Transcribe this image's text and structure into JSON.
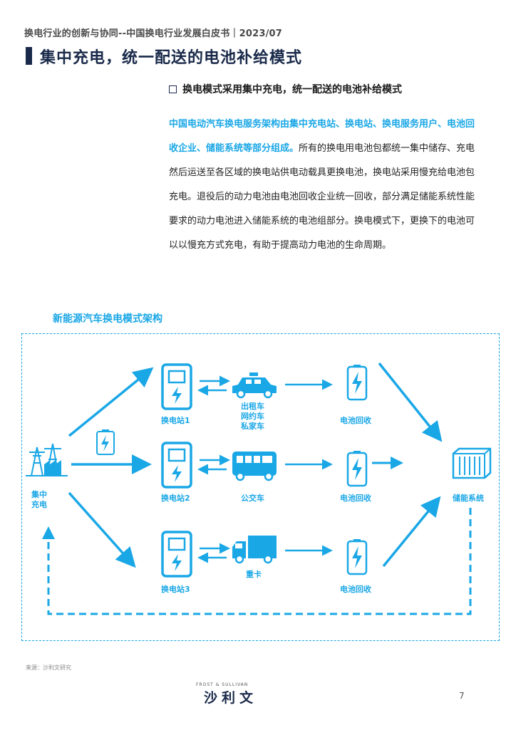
{
  "header": {
    "text": "换电行业的创新与协同--中国换电行业发展白皮书｜2023/07"
  },
  "page_title": "集中充电，统一配送的电池补给模式",
  "section": {
    "title": "换电模式采用集中充电，统一配送的电池补给模式",
    "highlight": "中国电动汽车换电服务架构由集中充电站、换电站、换电服务用户、电池回收企业、储能系统等部分组成。",
    "body": "所有的换电用电池包都统一集中储存、充电然后运送至各区域的换电站供电动载具更换电池，换电站采用慢充给电池包充电。退役后的动力电池由电池回收企业统一回收，部分满足储能系统性能要求的动力电池进入储能系统的电池组部分。换电模式下，更换下的电池可以以慢充方式充电，有助于提高动力电池的生命周期。"
  },
  "diagram": {
    "title": "新能源汽车换电模式架构",
    "accent_color": "#1aa7e6",
    "central": {
      "label_line1": "集中",
      "label_line2": "充电"
    },
    "stations": [
      {
        "label": "换电站1"
      },
      {
        "label": "换电站2"
      },
      {
        "label": "换电站3"
      }
    ],
    "vehicles": [
      {
        "label_lines": [
          "出租车",
          "网约车",
          "私家车"
        ],
        "icon": "car-icon"
      },
      {
        "label_lines": [
          "公交车"
        ],
        "icon": "bus-icon"
      },
      {
        "label_lines": [
          "重卡"
        ],
        "icon": "truck-icon"
      }
    ],
    "recycle": [
      {
        "label": "电池回收"
      },
      {
        "label": "电池回收"
      },
      {
        "label": "电池回收"
      }
    ],
    "storage": {
      "label": "储能系统"
    }
  },
  "footer": {
    "source": "来源：沙利文研究",
    "logo_small": "FROST & SULLIVAN",
    "logo_main": "沙利文",
    "page_number": "7"
  }
}
